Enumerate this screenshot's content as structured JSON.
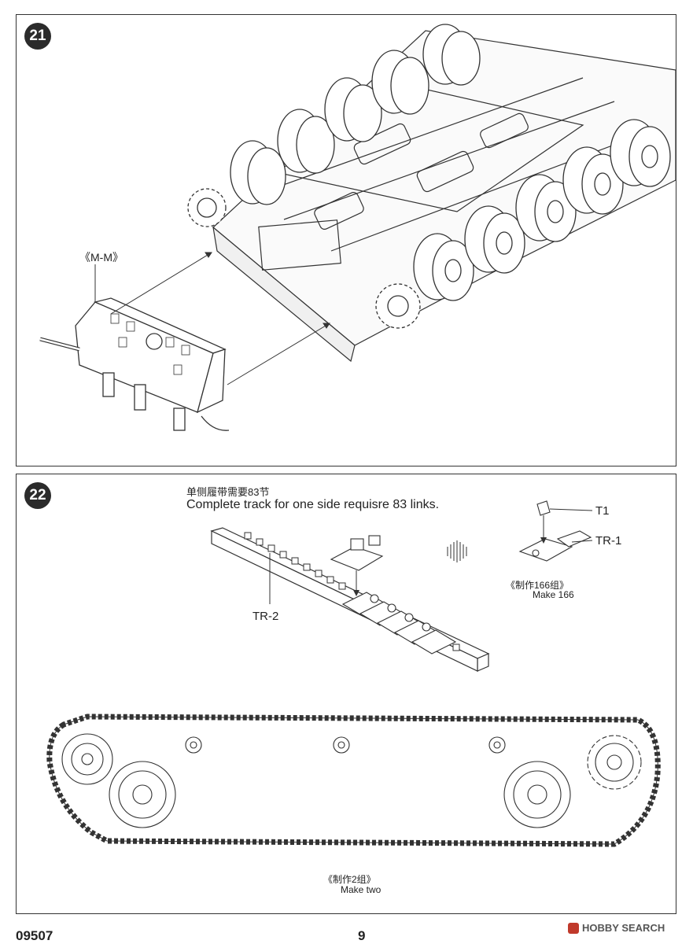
{
  "footer": {
    "kit_number": "09507",
    "page_number": "9",
    "watermark": "HOBBY SEARCH"
  },
  "step21": {
    "number": "21",
    "part_label": "《M-M》"
  },
  "step22": {
    "number": "22",
    "note_cn": "单侧履带需要83节",
    "note_en": "Complete track for one side requisre 83 links.",
    "label_tr2": "TR-2",
    "label_t1": "T1",
    "label_tr1": "TR-1",
    "make166_cn": "《制作166组》",
    "make166_en": "Make 166",
    "make_two_cn": "《制作2组》",
    "make_two_en": "Make two"
  }
}
